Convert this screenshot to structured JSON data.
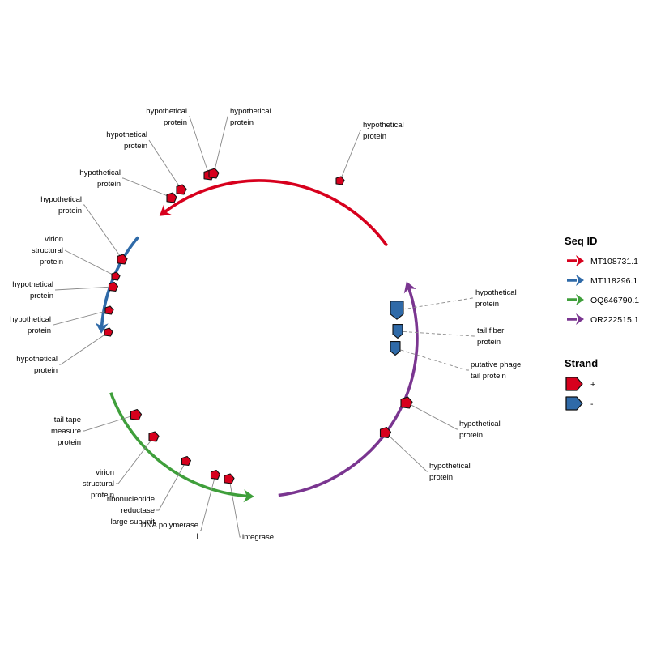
{
  "colors": {
    "seq": {
      "MT108731.1": "#d7001d",
      "MT118296.1": "#2f6aa8",
      "OQ646790.1": "#3f9f3b",
      "OR222515.1": "#7a3590"
    },
    "strand": {
      "+": "#d7001d",
      "-": "#2f6aa8"
    },
    "leader_solid": "#888888",
    "leader_dashed": "#888888"
  },
  "legend": {
    "seq_title": "Seq ID",
    "seq_items": [
      "MT108731.1",
      "MT118296.1",
      "OQ646790.1",
      "OR222515.1"
    ],
    "strand_title": "Strand",
    "strand_items": [
      "+",
      "-"
    ]
  },
  "arcs": [
    {
      "seq": "MT108731.1",
      "direction": "counterclockwise"
    },
    {
      "seq": "MT118296.1",
      "direction": "counterclockwise"
    },
    {
      "seq": "OQ646790.1",
      "direction": "counterclockwise"
    },
    {
      "seq": "OR222515.1",
      "direction": "counterclockwise"
    }
  ],
  "genes": [
    {
      "label": [
        "hypothetical",
        "protein"
      ],
      "strand": "+",
      "seq": "MT118296.1"
    },
    {
      "label": [
        "hypothetical",
        "protein"
      ],
      "strand": "+",
      "seq": "MT118296.1"
    },
    {
      "label": [
        "hypothetical",
        "protein"
      ],
      "strand": "+",
      "seq": "MT118296.1"
    },
    {
      "label": [
        "virion",
        "structural",
        "protein"
      ],
      "strand": "+",
      "seq": "MT118296.1"
    },
    {
      "label": [
        "hypothetical",
        "protein"
      ],
      "strand": "+",
      "seq": "MT118296.1"
    },
    {
      "label": [
        "hypothetical",
        "protein"
      ],
      "strand": "+",
      "seq": "MT108731.1"
    },
    {
      "label": [
        "hypothetical",
        "protein"
      ],
      "strand": "+",
      "seq": "MT108731.1"
    },
    {
      "label": [
        "hypothetical",
        "protein"
      ],
      "strand": "+",
      "seq": "MT108731.1"
    },
    {
      "label": [
        "hypothetical",
        "protein"
      ],
      "strand": "+",
      "seq": "MT108731.1"
    },
    {
      "label": [
        "hypothetical",
        "protein"
      ],
      "strand": "+",
      "seq": "MT108731.1"
    },
    {
      "label": [
        "hypothetical",
        "protein"
      ],
      "strand": "-",
      "seq": "OR222515.1"
    },
    {
      "label": [
        "tail fiber",
        "protein"
      ],
      "strand": "-",
      "seq": "OR222515.1"
    },
    {
      "label": [
        "putative phage",
        "tail protein"
      ],
      "strand": "-",
      "seq": "OR222515.1"
    },
    {
      "label": [
        "hypothetical",
        "protein"
      ],
      "strand": "+",
      "seq": "OR222515.1"
    },
    {
      "label": [
        "hypothetical",
        "protein"
      ],
      "strand": "+",
      "seq": "OR222515.1"
    },
    {
      "label": [
        "integrase"
      ],
      "strand": "+",
      "seq": "OQ646790.1"
    },
    {
      "label": [
        "DNA polymerase",
        "I"
      ],
      "strand": "+",
      "seq": "OQ646790.1"
    },
    {
      "label": [
        "ribonucleotide",
        "reductase",
        "large subunit"
      ],
      "strand": "+",
      "seq": "OQ646790.1"
    },
    {
      "label": [
        "virion",
        "structural",
        "protein"
      ],
      "strand": "+",
      "seq": "OQ646790.1"
    },
    {
      "label": [
        "tail tape",
        "measure",
        "protein"
      ],
      "strand": "+",
      "seq": "OQ646790.1"
    }
  ]
}
